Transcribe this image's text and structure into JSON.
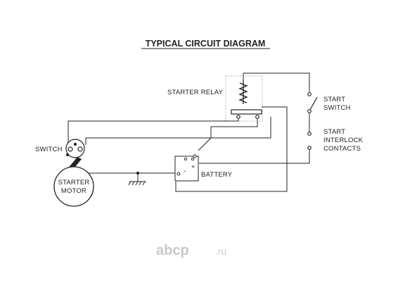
{
  "diagram": {
    "title": "TYPICAL CIRCUIT DIAGRAM",
    "labels": {
      "starter_relay": "STARTER RELAY",
      "start_switch_line1": "START",
      "start_switch_line2": "SWITCH",
      "interlock_line1": "START",
      "interlock_line2": "INTERLOCK",
      "interlock_line3": "CONTACTS",
      "switch": "SWITCH",
      "battery": "BATTERY",
      "battery_plus": "+",
      "battery_minus": "-",
      "motor_line1": "STARTER",
      "motor_line2": "MOTOR"
    }
  },
  "watermark": {
    "brand": "abcp",
    "tld": ".ru"
  }
}
